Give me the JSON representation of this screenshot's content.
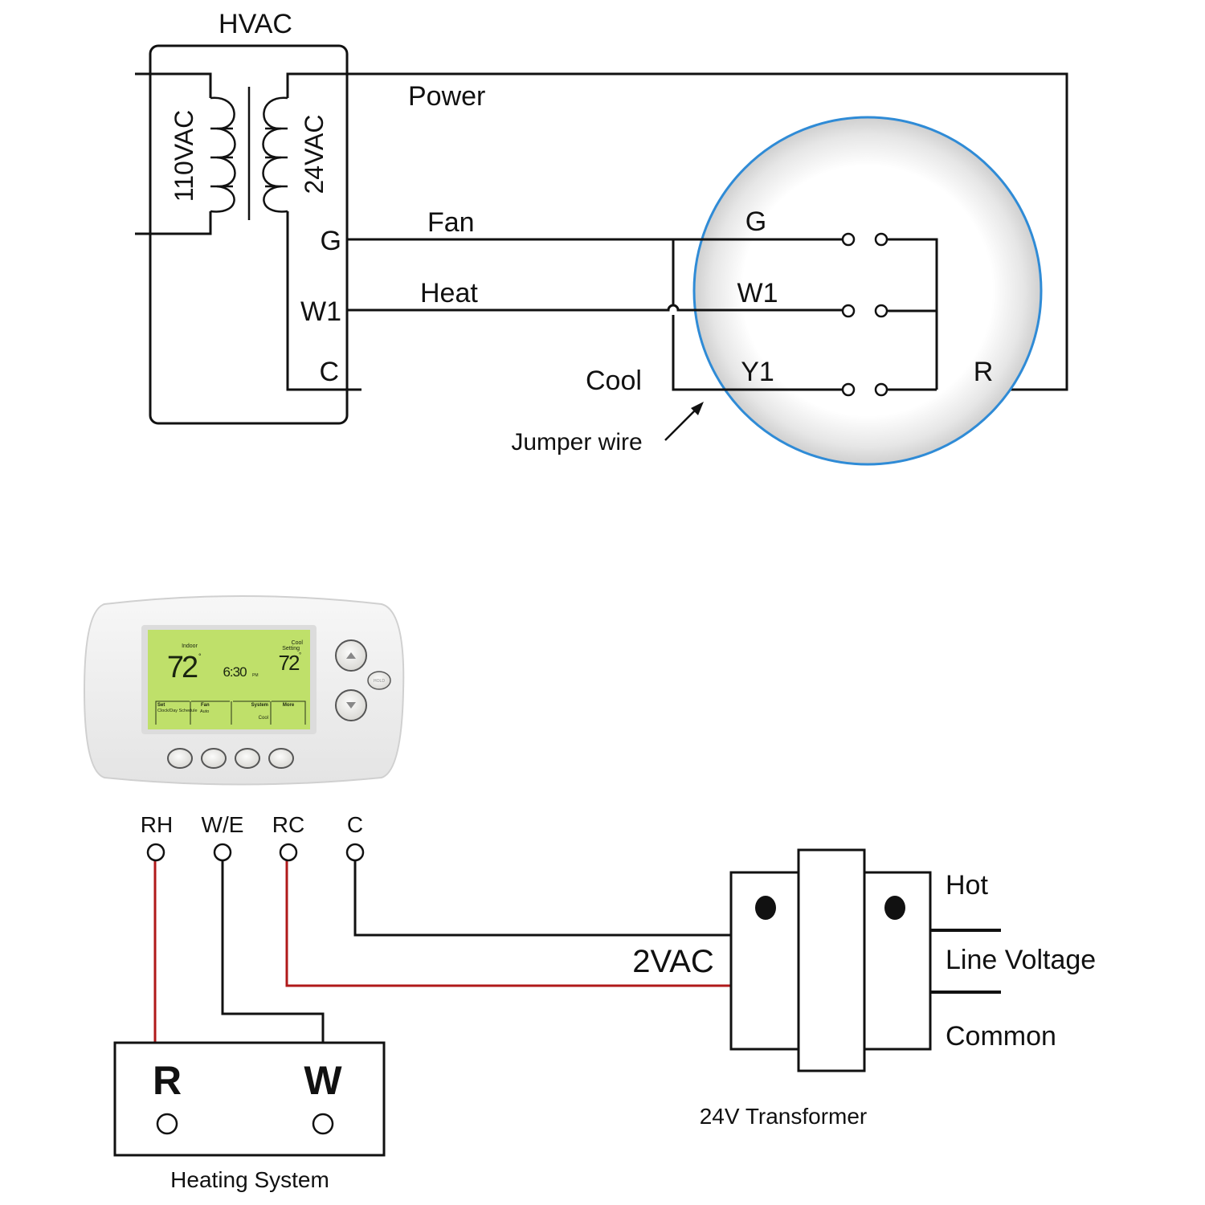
{
  "colors": {
    "wire": "#111111",
    "hot_wire": "#b0191a",
    "highlight_circle": "#2f8bd6",
    "lcd": "#bfe06a",
    "thermostat_body": "#f1f1f1"
  },
  "upper_diagram": {
    "title": "HVAC",
    "primary_voltage": "110VAC",
    "secondary_voltage": "24VAC",
    "hvac_terminals": [
      "G",
      "W1",
      "C"
    ],
    "wire_labels": {
      "power": "Power",
      "fan": "Fan",
      "heat": "Heat",
      "cool": "Cool"
    },
    "thermostat_terminals": [
      "G",
      "W1",
      "Y1",
      "R"
    ],
    "annotation": "Jumper wire"
  },
  "thermostat": {
    "indoor_label": "Indoor",
    "indoor_temp": "72",
    "time": "6:30",
    "time_suffix": "PM",
    "setting_label_1": "Cool",
    "setting_label_2": "Setting",
    "setting_temp": "72",
    "degree": "°",
    "softkeys": [
      {
        "title": "Set",
        "sub": "Clock/Day Schedule"
      },
      {
        "title": "Fan",
        "sub": "Auto"
      },
      {
        "title": "System",
        "sub": "Cool"
      },
      {
        "title": "More",
        "sub": ""
      }
    ],
    "hold_label": "HOLD",
    "up_icon": "triangle-up",
    "down_icon": "triangle-down"
  },
  "lower_diagram": {
    "thermostat_terminals": [
      "RH",
      "W/E",
      "RC",
      "C"
    ],
    "heating_system": {
      "label": "Heating System",
      "terminals": [
        "R",
        "W"
      ]
    },
    "secondary_label": "2VAC",
    "transformer_label": "24V Transformer",
    "line_labels": {
      "hot": "Hot",
      "line_voltage": "Line Voltage",
      "common": "Common"
    }
  }
}
